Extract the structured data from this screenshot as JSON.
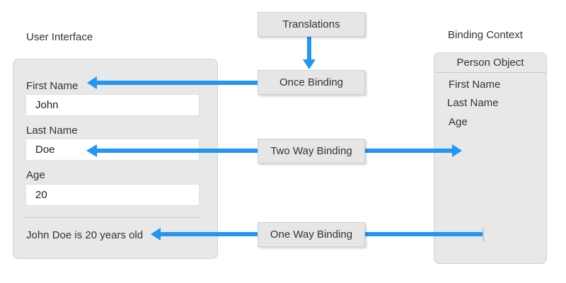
{
  "colors": {
    "arrow": "#2196f3",
    "panel": "#e8e8e8",
    "box": "#e6e6e6"
  },
  "ui": {
    "heading": "User Interface",
    "first_name_label": "First Name",
    "first_name_value": "John",
    "last_name_label": "Last Name",
    "last_name_value": "Doe",
    "age_label": "Age",
    "age_value": "20",
    "summary_text": "John Doe is 20 years old"
  },
  "bindings": {
    "translations": "Translations",
    "once": "Once Binding",
    "two_way": "Two Way Binding",
    "one_way": "One Way Binding"
  },
  "context": {
    "heading": "Binding Context",
    "object_title": "Person Object",
    "properties": [
      "First Name",
      "Last Name",
      "Age"
    ]
  }
}
